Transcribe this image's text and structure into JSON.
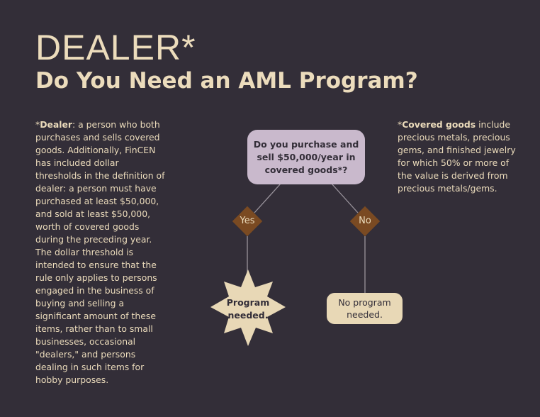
{
  "title": "DEALER*",
  "subtitle": "Do You Need an AML Program?",
  "dealer_note": {
    "term": "Dealer",
    "lines": [
      ": a person who both",
      "purchases and sells covered",
      "goods. Additionally, FinCEN",
      "has included dollar",
      "thresholds in the definition of",
      "dealer: a person must have",
      "purchased at least $50,000,",
      "and sold at least $50,000,",
      "worth of covered goods",
      "during the preceding year.",
      "The dollar threshold is",
      "intended to ensure that the",
      "rule only applies to persons",
      "engaged in the business of",
      "buying and selling a",
      "significant amount of these",
      "items, rather than to small",
      "businesses, occasional",
      "\"dealers,\" and persons",
      "dealing in such items for",
      "hobby purposes."
    ]
  },
  "goods_note": {
    "term": "Covered goods",
    "lines": [
      " include",
      "precious metals, precious",
      "gems, and finished jewelry",
      "for which 50% or more of",
      "the value is derived from",
      "precious metals/gems."
    ]
  },
  "flow": {
    "question": [
      "Do you purchase and",
      "sell $50,000/year in",
      "covered goods*?"
    ],
    "yes": "Yes",
    "no": "No",
    "yes_result": [
      "Program",
      "needed."
    ],
    "no_result": [
      "No program",
      "needed."
    ]
  },
  "colors": {
    "background": "#332e38",
    "cream": "#ecdcbc",
    "lavender": "#c9b9cc",
    "brown": "#7a4a22"
  }
}
